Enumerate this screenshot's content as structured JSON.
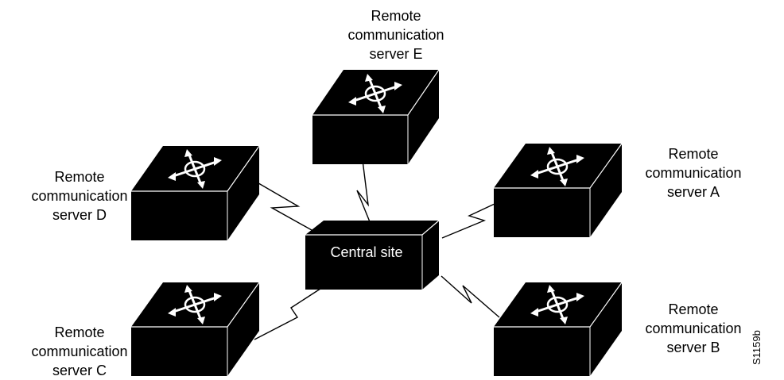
{
  "diagram": {
    "central": {
      "label": "Central site"
    },
    "servers": {
      "e": {
        "line1": "Remote",
        "line2": "communication",
        "line3": "server E"
      },
      "d": {
        "line1": "Remote",
        "line2": "communication",
        "line3": "server D"
      },
      "a": {
        "line1": "Remote",
        "line2": "communication",
        "line3": "server A"
      },
      "b": {
        "line1": "Remote",
        "line2": "communication",
        "line3": "server B"
      },
      "c": {
        "line1": "Remote",
        "line2": "communication",
        "line3": "server C"
      }
    },
    "figure_id": "S1159b",
    "colors": {
      "box": "#000000",
      "box_highlight": "#ffffff",
      "text": "#000000",
      "background": "#ffffff"
    },
    "icons": {
      "server": "router-arrows-icon",
      "link": "serial-link-icon"
    }
  }
}
